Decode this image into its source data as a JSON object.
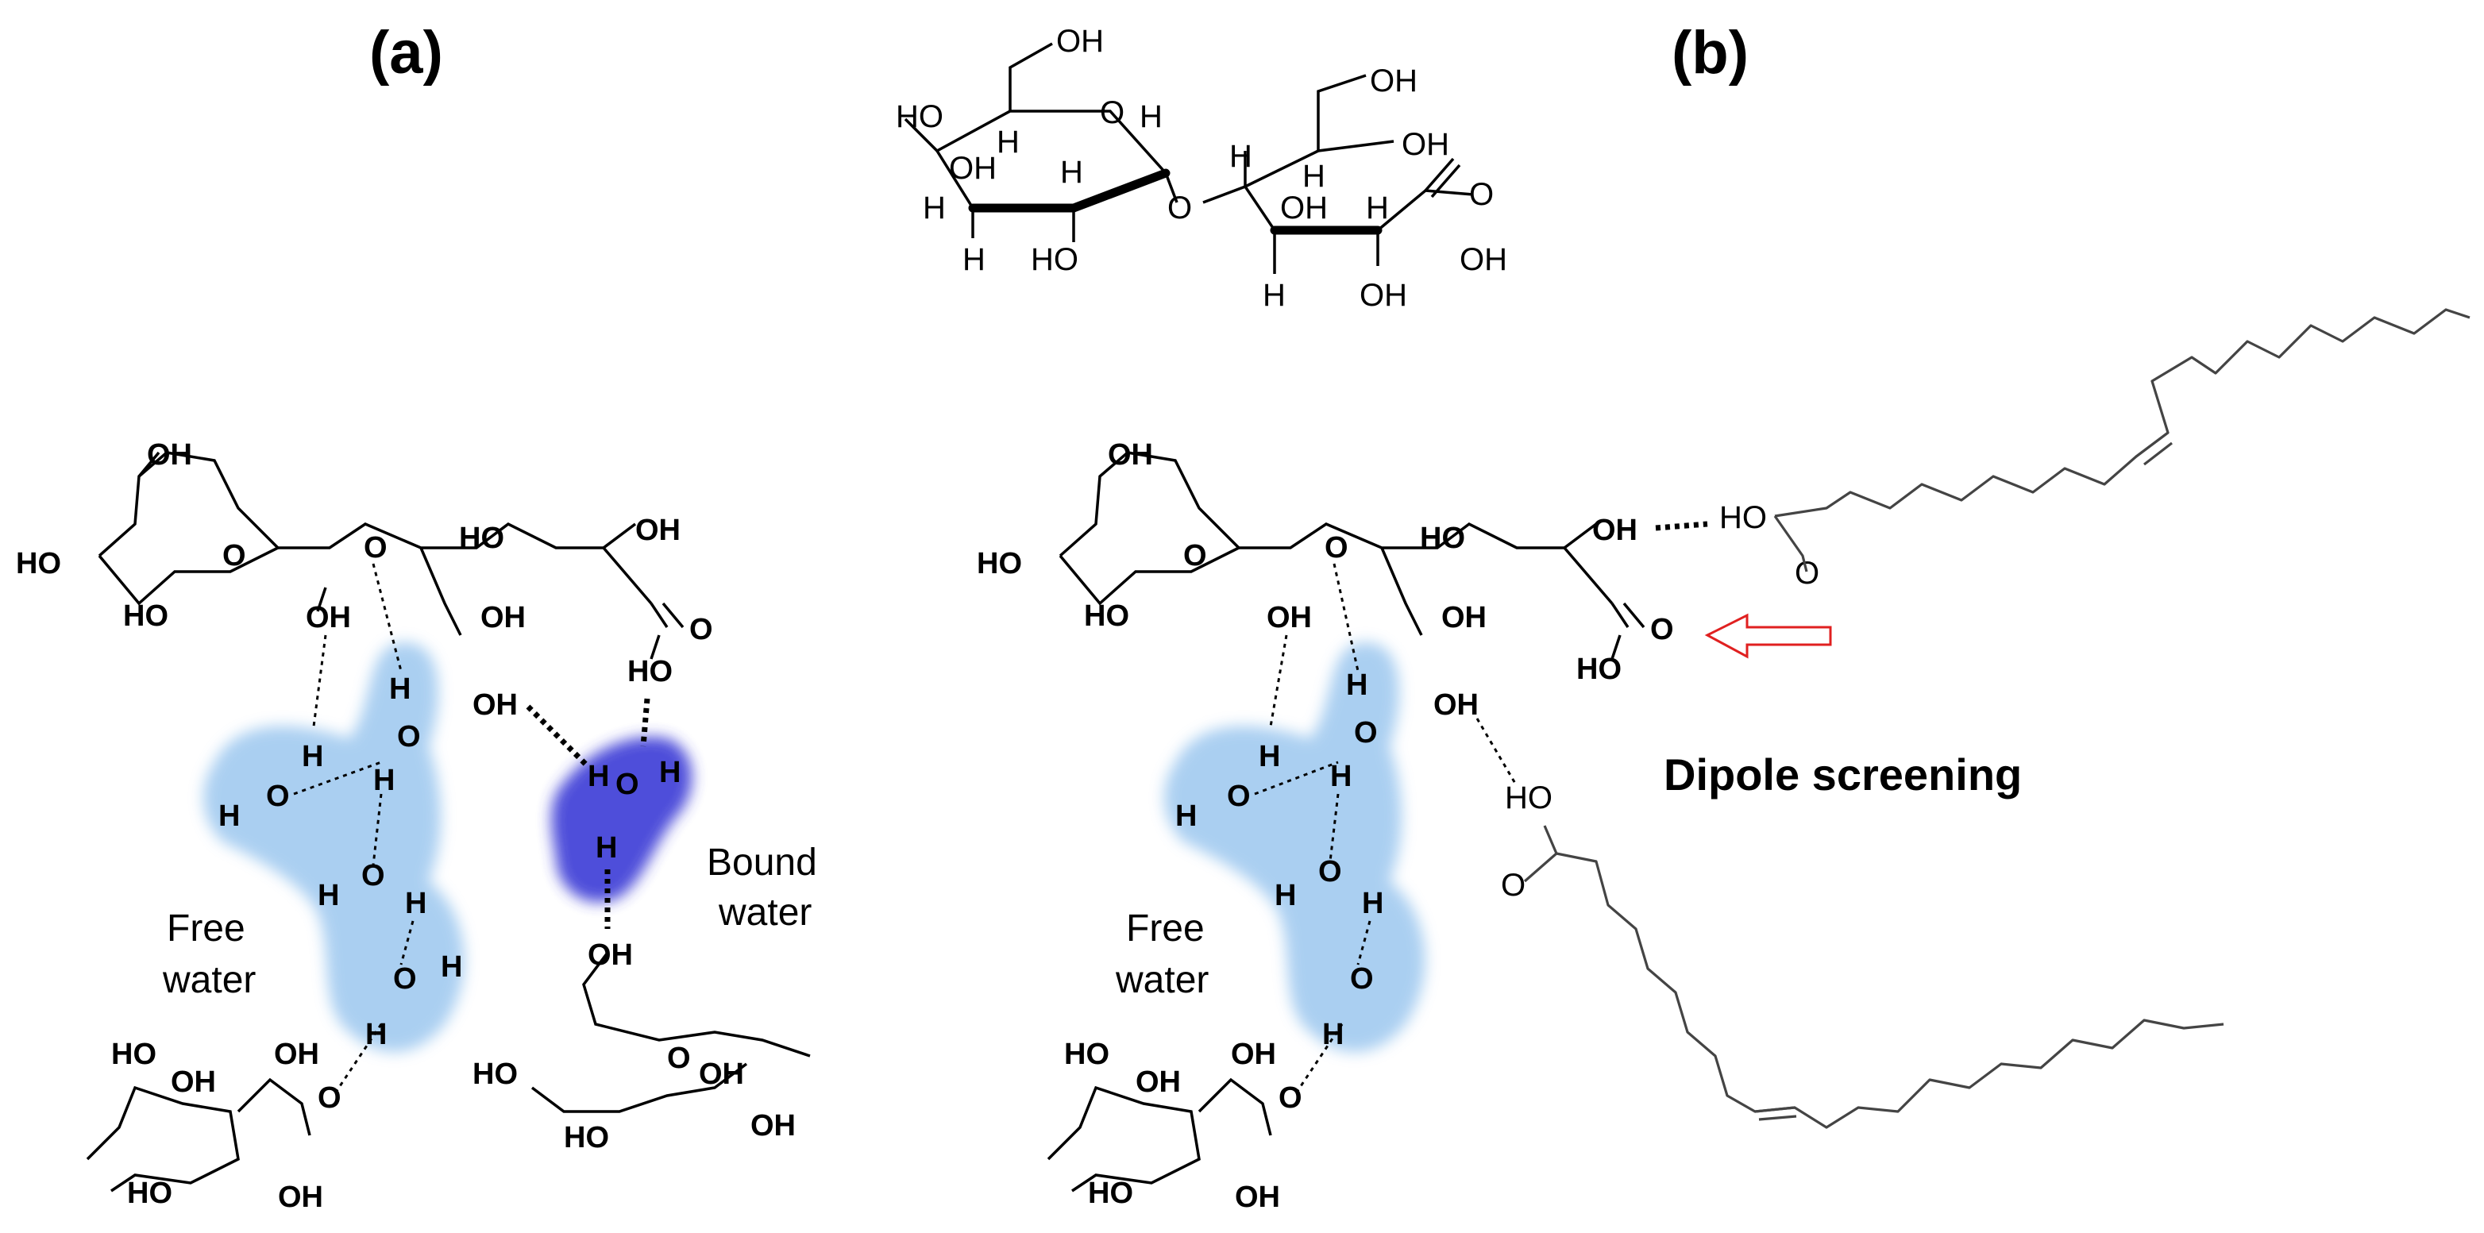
{
  "panels": {
    "a": {
      "label": "(a)"
    },
    "b": {
      "label": "(b)"
    }
  },
  "labels": {
    "free_water_a": [
      "Free",
      "water"
    ],
    "bound_water": [
      "Bound",
      "water"
    ],
    "free_water_b": [
      "Free",
      "water"
    ],
    "dipole_screening": "Dipole screening"
  },
  "atoms": {
    "OH": "OH",
    "HO": "HO",
    "O": "O",
    "H": "H"
  },
  "colors": {
    "free_water_blob": "#9cc7ef",
    "bound_water_blob": "#3b3ad6",
    "arrow": "#e02020"
  },
  "icons": [
    "left-arrow-icon"
  ]
}
